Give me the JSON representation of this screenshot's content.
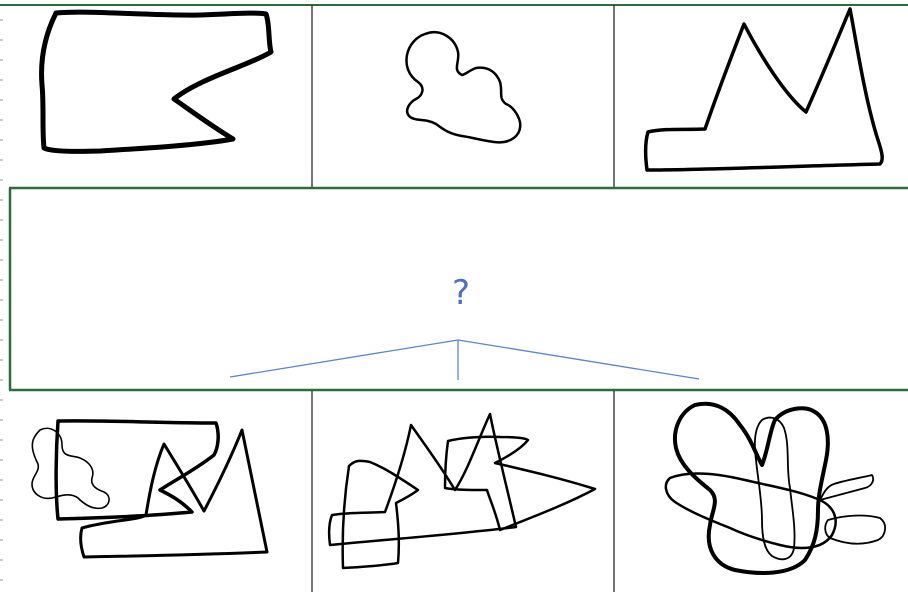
{
  "question_mark": "?",
  "colors": {
    "green_border": "#2e6b3d",
    "dark_grid": "#2a2a2a",
    "tick_gray": "#9a9a9a",
    "stroke": "#000000",
    "connector_blue": "#5b85c8",
    "question_blue": "#4a72c4"
  },
  "icons": {
    "source_shapes": [
      "banner-outline-shape",
      "blob-outline-shape",
      "twin-peaks-outline-shape"
    ],
    "output_shapes": [
      "combined-shape-a",
      "combined-shape-b",
      "combined-shape-c"
    ]
  }
}
